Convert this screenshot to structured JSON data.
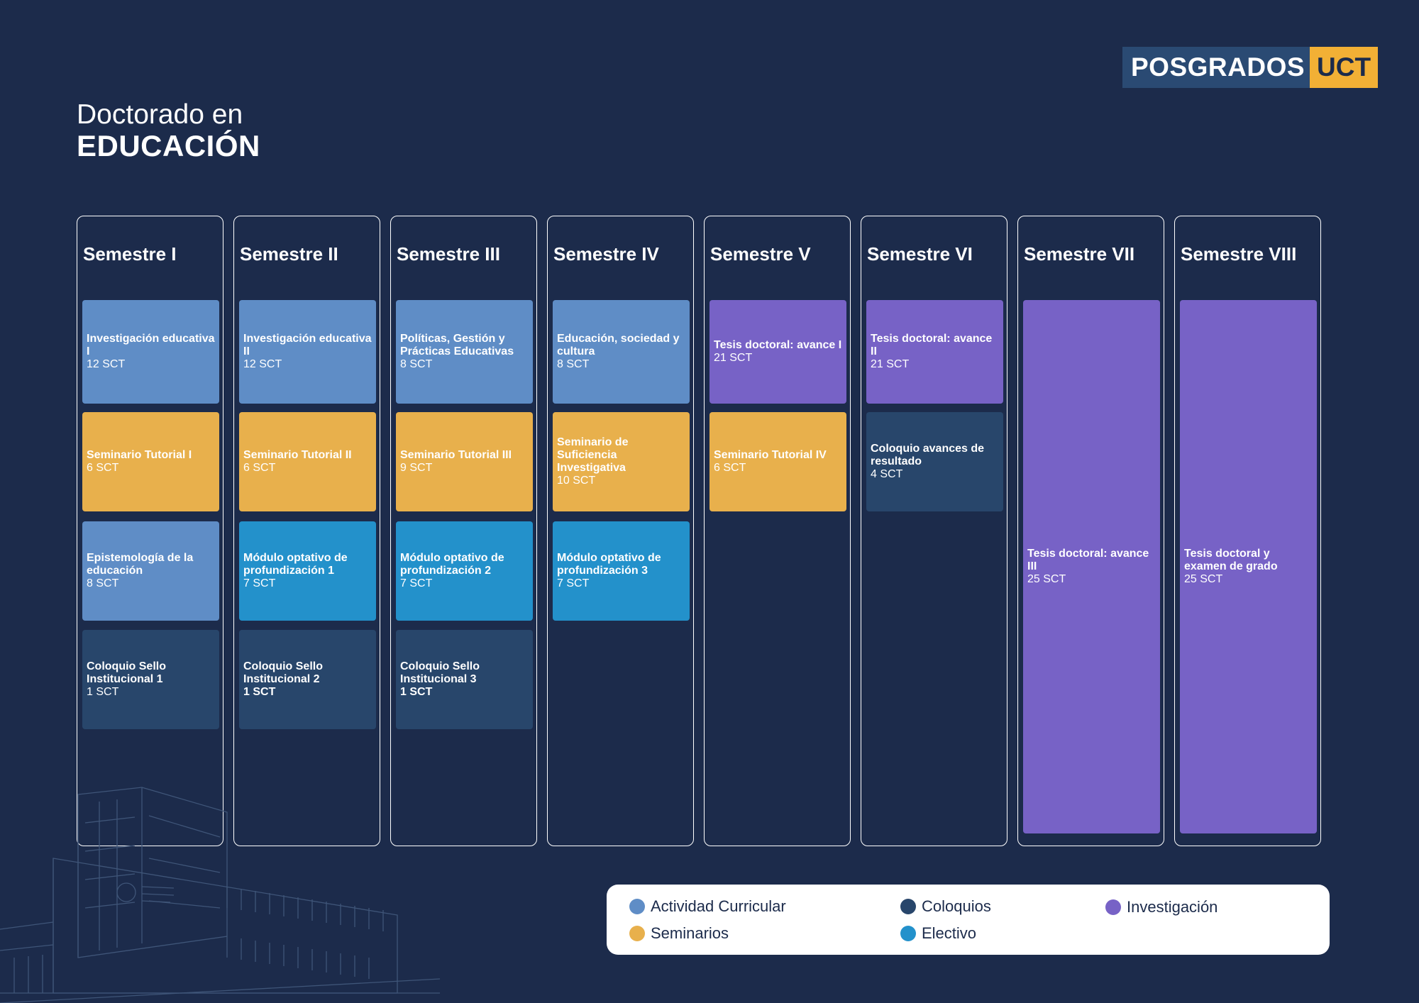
{
  "logo": {
    "left_text": "POSGRADOS",
    "right_text": "UCT"
  },
  "header": {
    "line1": "Doctorado en",
    "line2": "EDUCACIÓN"
  },
  "colors": {
    "background": "#1c2b4b",
    "actividad_curricular": "#5f8dc6",
    "seminarios": "#e8b04c",
    "electivo": "#2391cb",
    "coloquios": "#28466b",
    "investigacion": "#7762c6",
    "logo_accent": "#f2b035"
  },
  "semesters": [
    {
      "title": "Semestre I",
      "courses": [
        {
          "name": "Investigación educativa I",
          "credits": "12 SCT"
        },
        {
          "name": "Seminario Tutorial I",
          "credits": "6 SCT"
        },
        {
          "name": "Epistemología de la educación",
          "credits": "8 SCT"
        },
        {
          "name": "Coloquio Sello Institucional 1",
          "credits": "1 SCT"
        }
      ]
    },
    {
      "title": "Semestre II",
      "courses": [
        {
          "name": "Investigación educativa II",
          "credits": "12 SCT"
        },
        {
          "name": "Seminario Tutorial II",
          "credits": "6 SCT"
        },
        {
          "name": "Módulo optativo de profundización 1",
          "credits": "7 SCT"
        },
        {
          "name": "Coloquio Sello Institucional 2",
          "credits": "1 SCT"
        }
      ]
    },
    {
      "title": "Semestre III",
      "courses": [
        {
          "name": "Políticas, Gestión y Prácticas Educativas",
          "credits": "8 SCT"
        },
        {
          "name": "Seminario Tutorial III",
          "credits": "9 SCT"
        },
        {
          "name": "Módulo optativo de profundización 2",
          "credits": "7 SCT"
        },
        {
          "name": "Coloquio Sello Institucional 3",
          "credits": "1 SCT"
        }
      ]
    },
    {
      "title": "Semestre IV",
      "courses": [
        {
          "name": "Educación, sociedad y cultura",
          "credits": "8 SCT"
        },
        {
          "name": "Seminario de Suficiencia Investigativa",
          "credits": "10 SCT"
        },
        {
          "name": "Módulo optativo de profundización 3",
          "credits": "7 SCT"
        }
      ]
    },
    {
      "title": "Semestre V",
      "courses": [
        {
          "name": "Tesis doctoral: avance I",
          "credits": "21 SCT"
        },
        {
          "name": "Seminario Tutorial IV",
          "credits": "6 SCT"
        }
      ]
    },
    {
      "title": "Semestre VI",
      "courses": [
        {
          "name": "Tesis doctoral: avance II",
          "credits": "21 SCT"
        },
        {
          "name": "Coloquio avances de resultado",
          "credits": "4 SCT"
        }
      ]
    },
    {
      "title": "Semestre VII",
      "courses": [
        {
          "name": "Tesis doctoral: avance III",
          "credits": "25 SCT"
        }
      ]
    },
    {
      "title": "Semestre VIII",
      "courses": [
        {
          "name": "Tesis doctoral y examen de grado",
          "credits": "25 SCT"
        }
      ]
    }
  ],
  "legend": [
    {
      "label": "Actividad Curricular"
    },
    {
      "label": "Coloquios"
    },
    {
      "label": "Investigación"
    },
    {
      "label": "Seminarios"
    },
    {
      "label": "Electivo"
    }
  ]
}
